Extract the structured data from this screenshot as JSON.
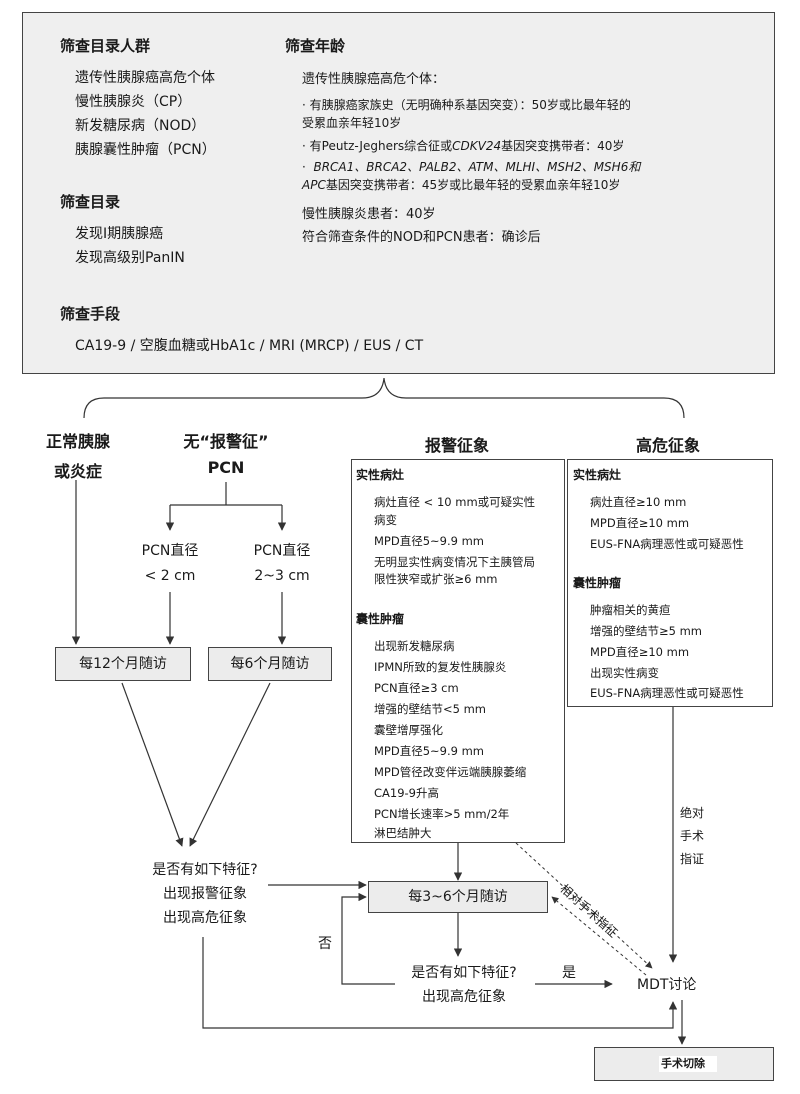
{
  "panel": {
    "population": {
      "heading": "筛查目录人群",
      "items": [
        "遗传性胰腺癌高危个体",
        "慢性胰腺炎（CP）",
        "新发糖尿病（NOD）",
        "胰腺囊性肿瘤（PCN）"
      ]
    },
    "target": {
      "heading": "筛查目录",
      "items": [
        "发现Ⅰ期胰腺癌",
        "发现高级别PanIN"
      ]
    },
    "means": {
      "heading": "筛查手段",
      "text": "CA19-9 / 空腹血糖或HbA1c / MRI (MRCP) / EUS / CT"
    },
    "age": {
      "heading": "筛查年龄",
      "intro": "遗传性胰腺癌高危个体：",
      "b1_l1": "· 有胰腺癌家族史（无明确种系基因突变）：50岁或比最年轻的",
      "b1_l2": "受累血亲年轻10岁",
      "b2_pre": "· 有Peutz-Jeghers综合征或",
      "b2_gene": "CDKV24",
      "b2_post": "基因突变携带者：40岁",
      "b3_dot": "·",
      "b3_l1": "BRCA1、BRCA2、PALB2、ATM、MLHI、MSH2、MSH6和",
      "b3_gene2": "APC",
      "b3_l2": "基因突变携带者：45岁或比最年轻的受累血亲年轻10岁",
      "cp": "慢性胰腺炎患者：40岁",
      "nod": "符合筛查条件的NOD和PCN患者：确诊后"
    }
  },
  "flow": {
    "col_normal_l1": "正常胰腺",
    "col_normal_l2": "或炎症",
    "col_noalarm_l1": "无“报警征”",
    "col_noalarm_l2": "PCN",
    "col_alarm": "报警征象",
    "col_highrisk": "高危征象",
    "pcn_lt2_l1": "PCN直径",
    "pcn_lt2_l2": "< 2 cm",
    "pcn_2to3_l1": "PCN直径",
    "pcn_2to3_l2": "2~3 cm",
    "fu12": "每12个月随访",
    "fu6": "每6个月随访",
    "fu3to6": "每3~6个月随访",
    "q1_l1": "是否有如下特征?",
    "q1_l2": "出现报警征象",
    "q1_l3": "出现高危征象",
    "q2_l1": "是否有如下特征?",
    "q2_l2": "出现高危征象",
    "no_label": "否",
    "yes_label": "是",
    "mdt": "MDT讨论",
    "surgery": "手术切除",
    "relative_indication": "相对手术指征",
    "absolute_l1": "绝对",
    "absolute_l2": "手术",
    "absolute_l3": "指证"
  },
  "alarm_box": {
    "solid_heading": "实性病灶",
    "solid_items": [
      "病灶直径 < 10  mm或可疑实性",
      "病变",
      "MPD直径5~9.9 mm",
      "无明显实性病变情况下主胰管局",
      "限性狭窄或扩张≥6 mm"
    ],
    "cystic_heading": "囊性肿瘤",
    "cystic_items": [
      "出现新发糖尿病",
      "IPMN所致的复发性胰腺炎",
      "PCN直径≥3 cm",
      "增强的壁结节<5 mm",
      "囊壁增厚强化",
      "MPD直径5~9.9 mm",
      "MPD管径改变伴远端胰腺萎缩",
      "CA19-9升高",
      "PCN增长速率>5 mm/2年",
      "淋巴结肿大"
    ]
  },
  "high_box": {
    "solid_heading": "实性病灶",
    "solid_items": [
      "病灶直径≥10 mm",
      "MPD直径≥10 mm",
      "EUS-FNA病理恶性或可疑恶性"
    ],
    "cystic_heading": "囊性肿瘤",
    "cystic_items": [
      "肿瘤相关的黄疸",
      "增强的壁结节≥5 mm",
      "MPD直径≥10 mm",
      "出现实性病变",
      "EUS-FNA病理恶性或可疑恶性"
    ]
  }
}
